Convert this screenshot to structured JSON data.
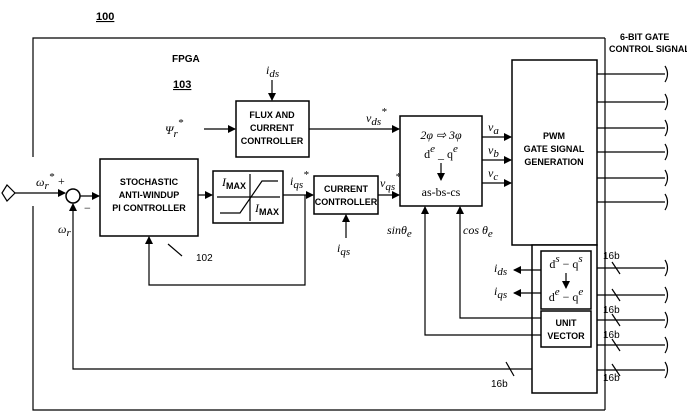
{
  "figure_ref": "100",
  "fpga": {
    "label": "FPGA",
    "ref": "103"
  },
  "output_label": {
    "line1": "6-BIT GATE",
    "line2": "CONTROL SIGNAL"
  },
  "inputs": {
    "speed_ref": "ω",
    "speed_ref_sub": "r",
    "speed_ref_sup": "*",
    "speed_fb": "ω",
    "speed_fb_sub": "r",
    "plus": "+",
    "minus": "−",
    "flux_ref": "Ψ",
    "flux_ref_sub": "r",
    "flux_ref_sup": "*"
  },
  "blocks": {
    "pi": {
      "line1": "STOCHASTIC",
      "line2": "ANTI-WINDUP",
      "line3": "PI CONTROLLER",
      "ref": "102"
    },
    "limiter": {
      "top": "I",
      "top_sub": "MAX",
      "bottom": "I",
      "bottom_sub": "MAX"
    },
    "current": {
      "line1": "CURRENT",
      "line2": "CONTROLLER"
    },
    "flux": {
      "line1": "FLUX AND",
      "line2": "CURRENT",
      "line3": "CONTROLLER"
    },
    "transform": {
      "phase": "2φ ⇨ 3φ",
      "de": "d",
      "de_sup": "e",
      "qe": "q",
      "qe_sup": "e",
      "abc": "as-bs-cs"
    },
    "pwm": {
      "line1": "PWM",
      "line2": "GATE SIGNAL",
      "line3": "GENERATION"
    },
    "ds_transform": {
      "ds": "d",
      "ds_sup": "s",
      "qs": "q",
      "qs_sup": "s",
      "de": "d",
      "de_sup": "e",
      "qe": "q",
      "qe_sup": "e"
    },
    "unit_vector": {
      "line1": "UNIT",
      "line2": "VECTOR"
    }
  },
  "signals": {
    "i_ds_in": "i",
    "i_ds_in_sub": "ds",
    "i_qs_star": "i",
    "i_qs_star_sub": "qs",
    "i_qs_star_sup": "*",
    "i_qs_in": "i",
    "i_qs_in_sub": "qs",
    "v_ds_star": "v",
    "v_ds_star_sub": "ds",
    "v_ds_star_sup": "*",
    "v_qs_star": "v",
    "v_qs_star_sub": "qs",
    "v_qs_star_sup": "*",
    "va": "v",
    "va_sub": "a",
    "vb": "v",
    "vb_sub": "b",
    "vc": "v",
    "vc_sub": "c",
    "sin": "sinθ",
    "sin_sub": "e",
    "cos": "cos θ",
    "cos_sub": "e",
    "i_ds_out": "i",
    "i_ds_out_sub": "ds",
    "i_qs_out": "i",
    "i_qs_out_sub": "qs"
  },
  "bus_labels": [
    "16b",
    "16b",
    "16b",
    "16b",
    "16b"
  ]
}
